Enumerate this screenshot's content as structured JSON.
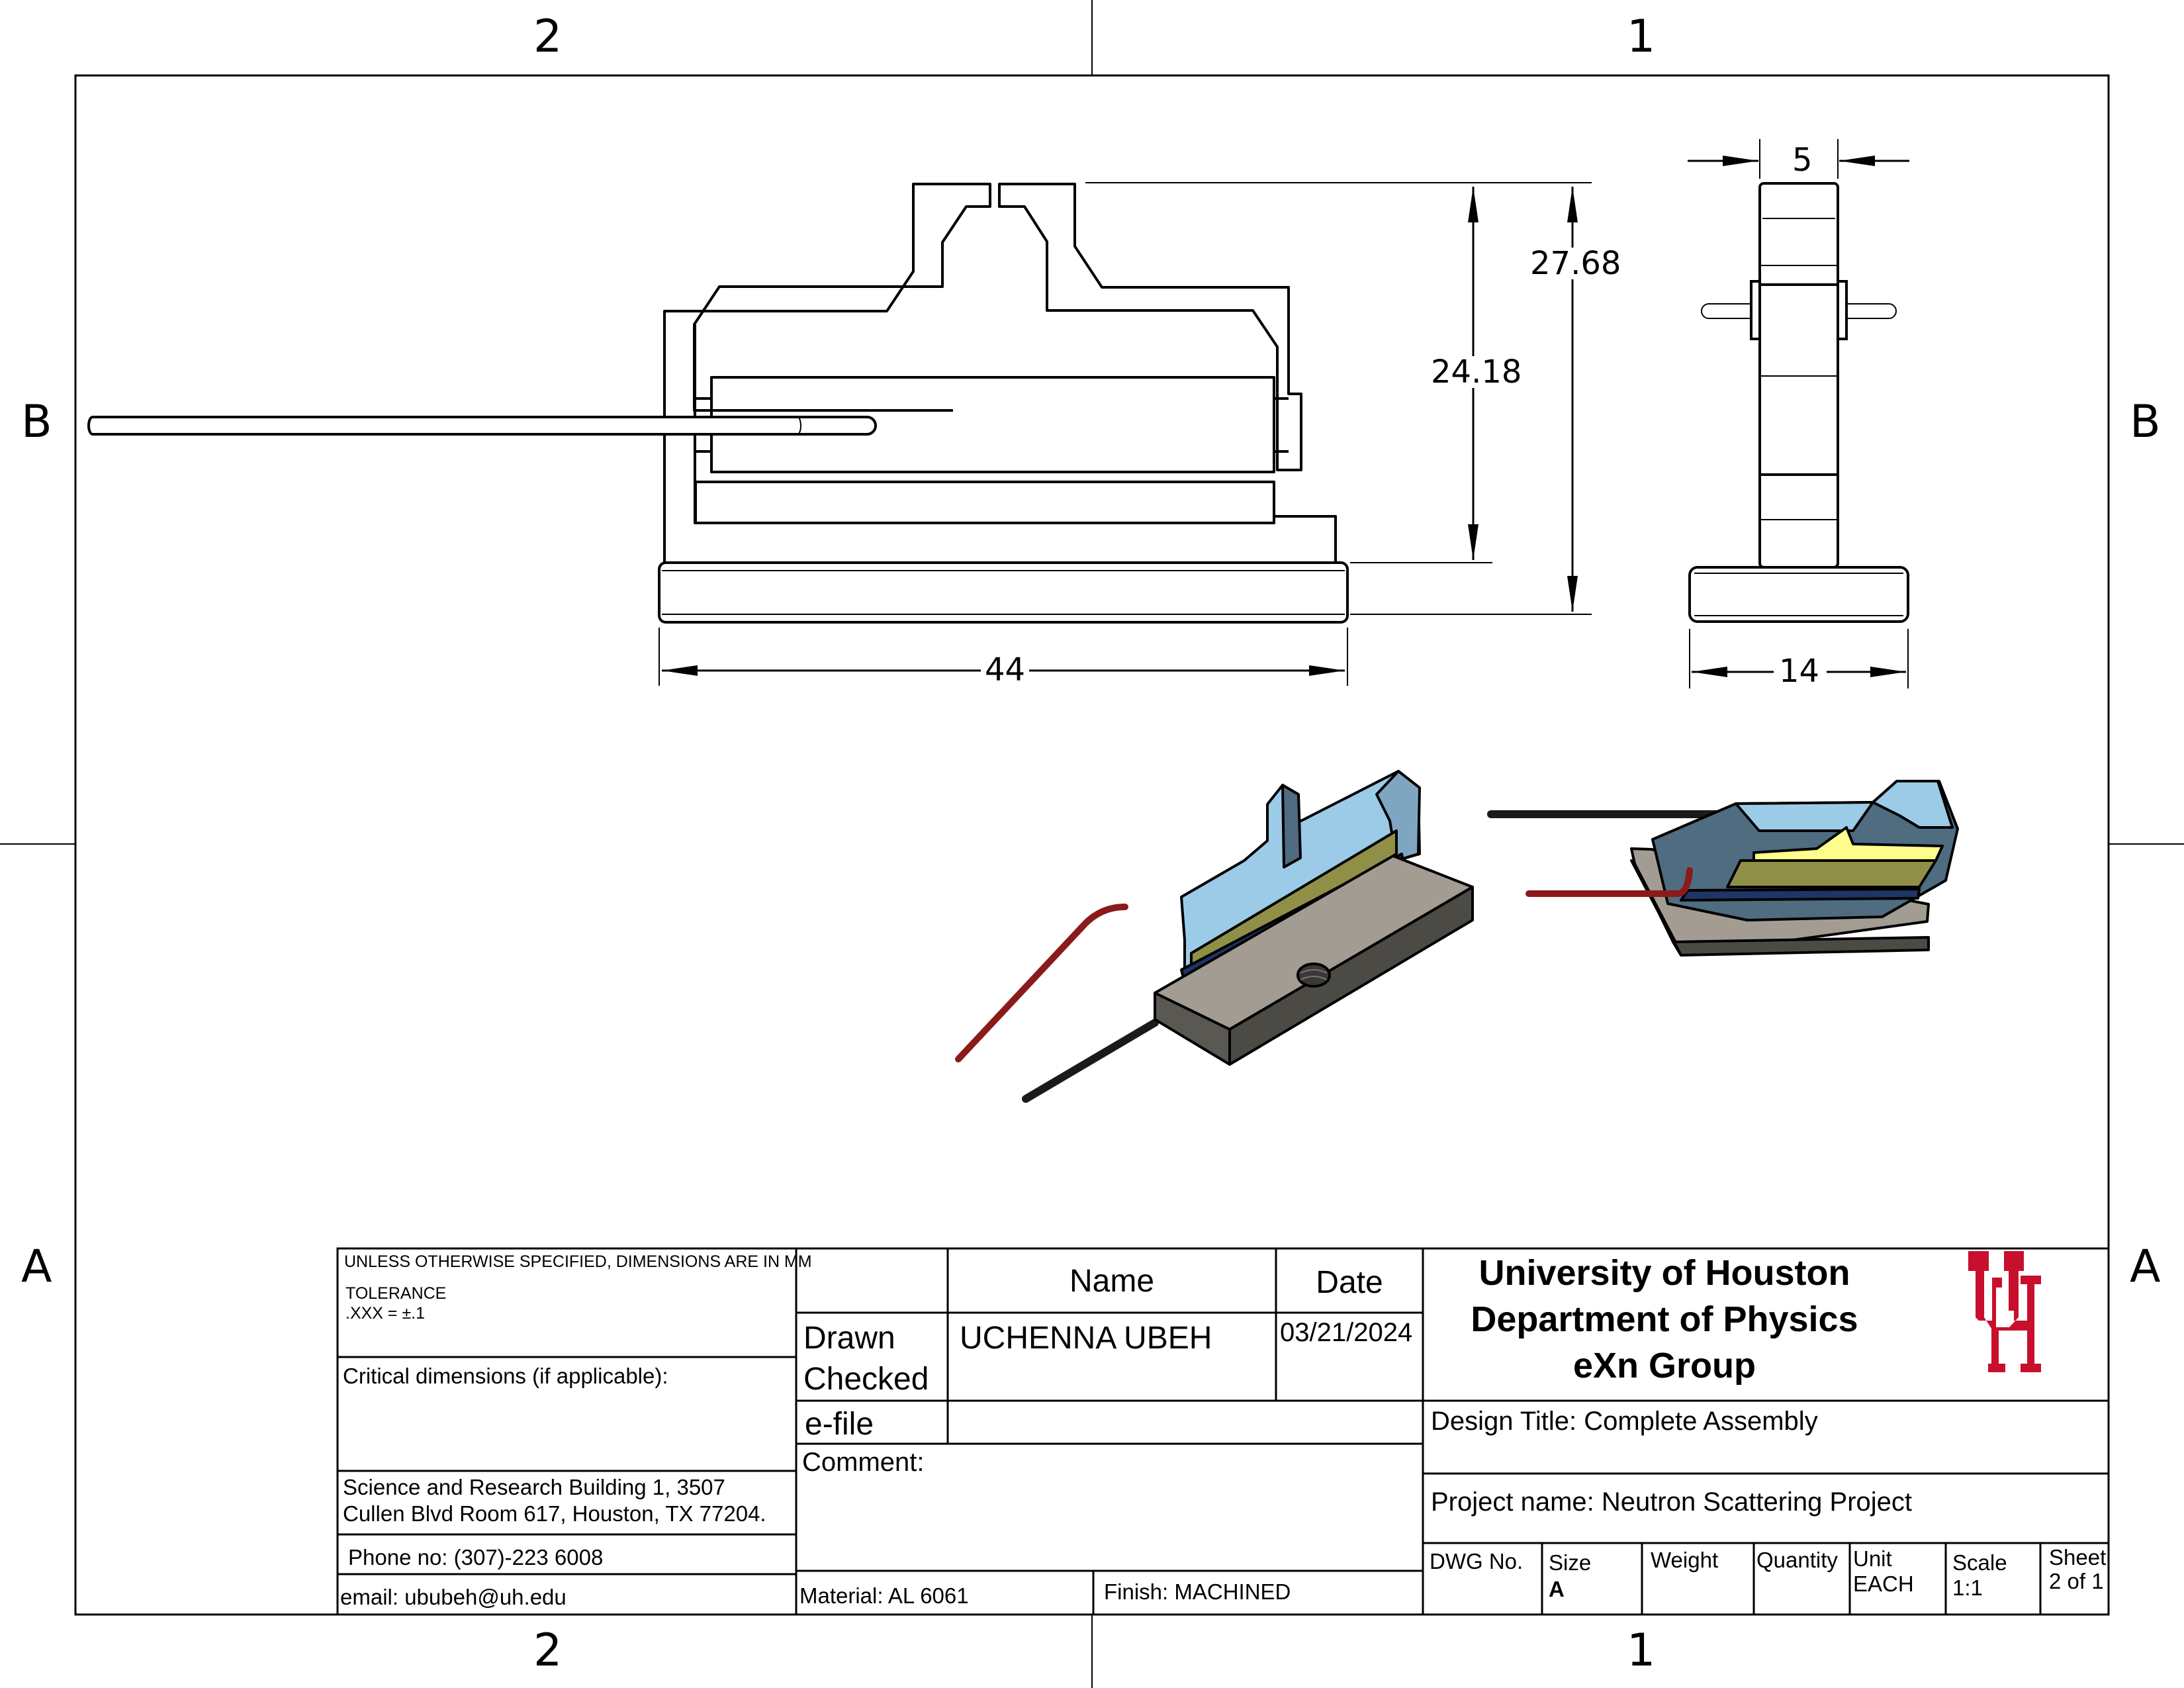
{
  "border": {
    "top_zones": [
      "2",
      "1"
    ],
    "bottom_zones": [
      "2",
      "1"
    ],
    "left_zones": [
      "B",
      "A"
    ],
    "right_zones": [
      "B",
      "A"
    ]
  },
  "views": {
    "front": {
      "dimensions": {
        "overall_width": "44",
        "body_height": "24.18",
        "overall_height": "27.68"
      }
    },
    "side": {
      "dimensions": {
        "thickness": "5",
        "base_width": "14"
      }
    },
    "isometric_colors": {
      "frame": "#9ccbe8",
      "frame_dark": "#4f6c80",
      "crystal_top": "#fdfd8c",
      "crystal_side": "#8f8f48",
      "base_top": "#a29c92",
      "base_dark": "#4c4a45",
      "layer": "#1e3566",
      "wire_red": "#8b1a1a",
      "wire_black": "#1a1a1a"
    }
  },
  "title_block": {
    "notes": {
      "units": "UNLESS OTHERWISE SPECIFIED, DIMENSIONS ARE IN MM",
      "tolerance_label": "TOLERANCE",
      "tolerance_value": ".XXX = ±.1",
      "critical": "Critical dimensions (if applicable):",
      "address_line1": "Science and Research Building 1, 3507",
      "address_line2": "Cullen Blvd Room 617, Houston, TX 77204.",
      "phone": "Phone no: (307)-223 6008",
      "email": "email: ububeh@uh.edu"
    },
    "signoff": {
      "header_name": "Name",
      "header_date": "Date",
      "rows": [
        {
          "label": "Drawn",
          "name": "UCHENNA UBEH",
          "date": "03/21/2024"
        },
        {
          "label": "Checked",
          "name": "",
          "date": ""
        }
      ],
      "efile_label": "e-file",
      "comment_label": "Comment:",
      "material": "Material: AL 6061",
      "finish": "Finish: MACHINED"
    },
    "org": {
      "line1": "University of Houston",
      "line2": "Department of Physics",
      "line3": "eXn Group",
      "logo_text": "UH",
      "logo_color": "#c8102e"
    },
    "design_title": "Design Title: Complete Assembly",
    "project_name": "Project name: Neutron Scattering Project",
    "fields": {
      "dwg_no_label": "DWG No.",
      "size_label": "Size",
      "size_value": "A",
      "weight_label": "Weight",
      "quantity_label": "Quantity",
      "unit_label": "Unit",
      "unit_value": "EACH",
      "scale_label": "Scale",
      "scale_value": "1:1",
      "sheet_label": "Sheet",
      "sheet_value": "2 of 1"
    }
  }
}
